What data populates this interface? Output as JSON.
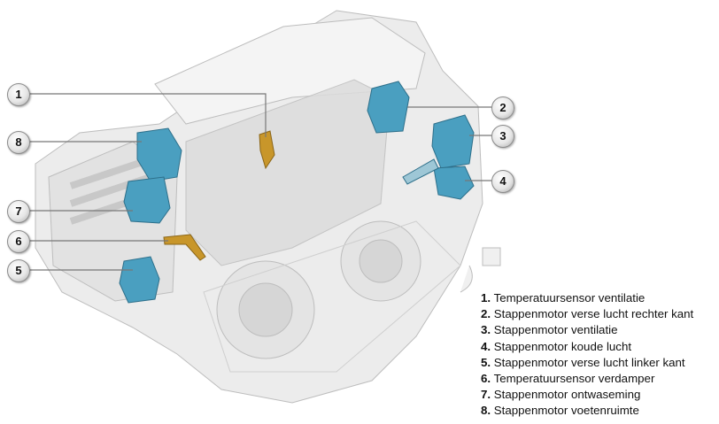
{
  "callouts": [
    "1",
    "2",
    "3",
    "4",
    "5",
    "6",
    "7",
    "8"
  ],
  "legend": [
    {
      "num": "1.",
      "label": "Temperatuursensor ventilatie"
    },
    {
      "num": "2.",
      "label": "Stappenmotor verse lucht rechter kant"
    },
    {
      "num": "3.",
      "label": "Stappenmotor ventilatie"
    },
    {
      "num": "4.",
      "label": "Stappenmotor koude lucht"
    },
    {
      "num": "5.",
      "label": "Stappenmotor verse lucht linker kant"
    },
    {
      "num": "6.",
      "label": "Temperatuursensor verdamper"
    },
    {
      "num": "7.",
      "label": "Stappenmotor ontwaseming"
    },
    {
      "num": "8.",
      "label": "Stappenmotor voetenruimte"
    }
  ],
  "colors": {
    "actuator": "#4a9fc0",
    "sensor": "#c8962a",
    "housing": "#e9e9e9"
  }
}
